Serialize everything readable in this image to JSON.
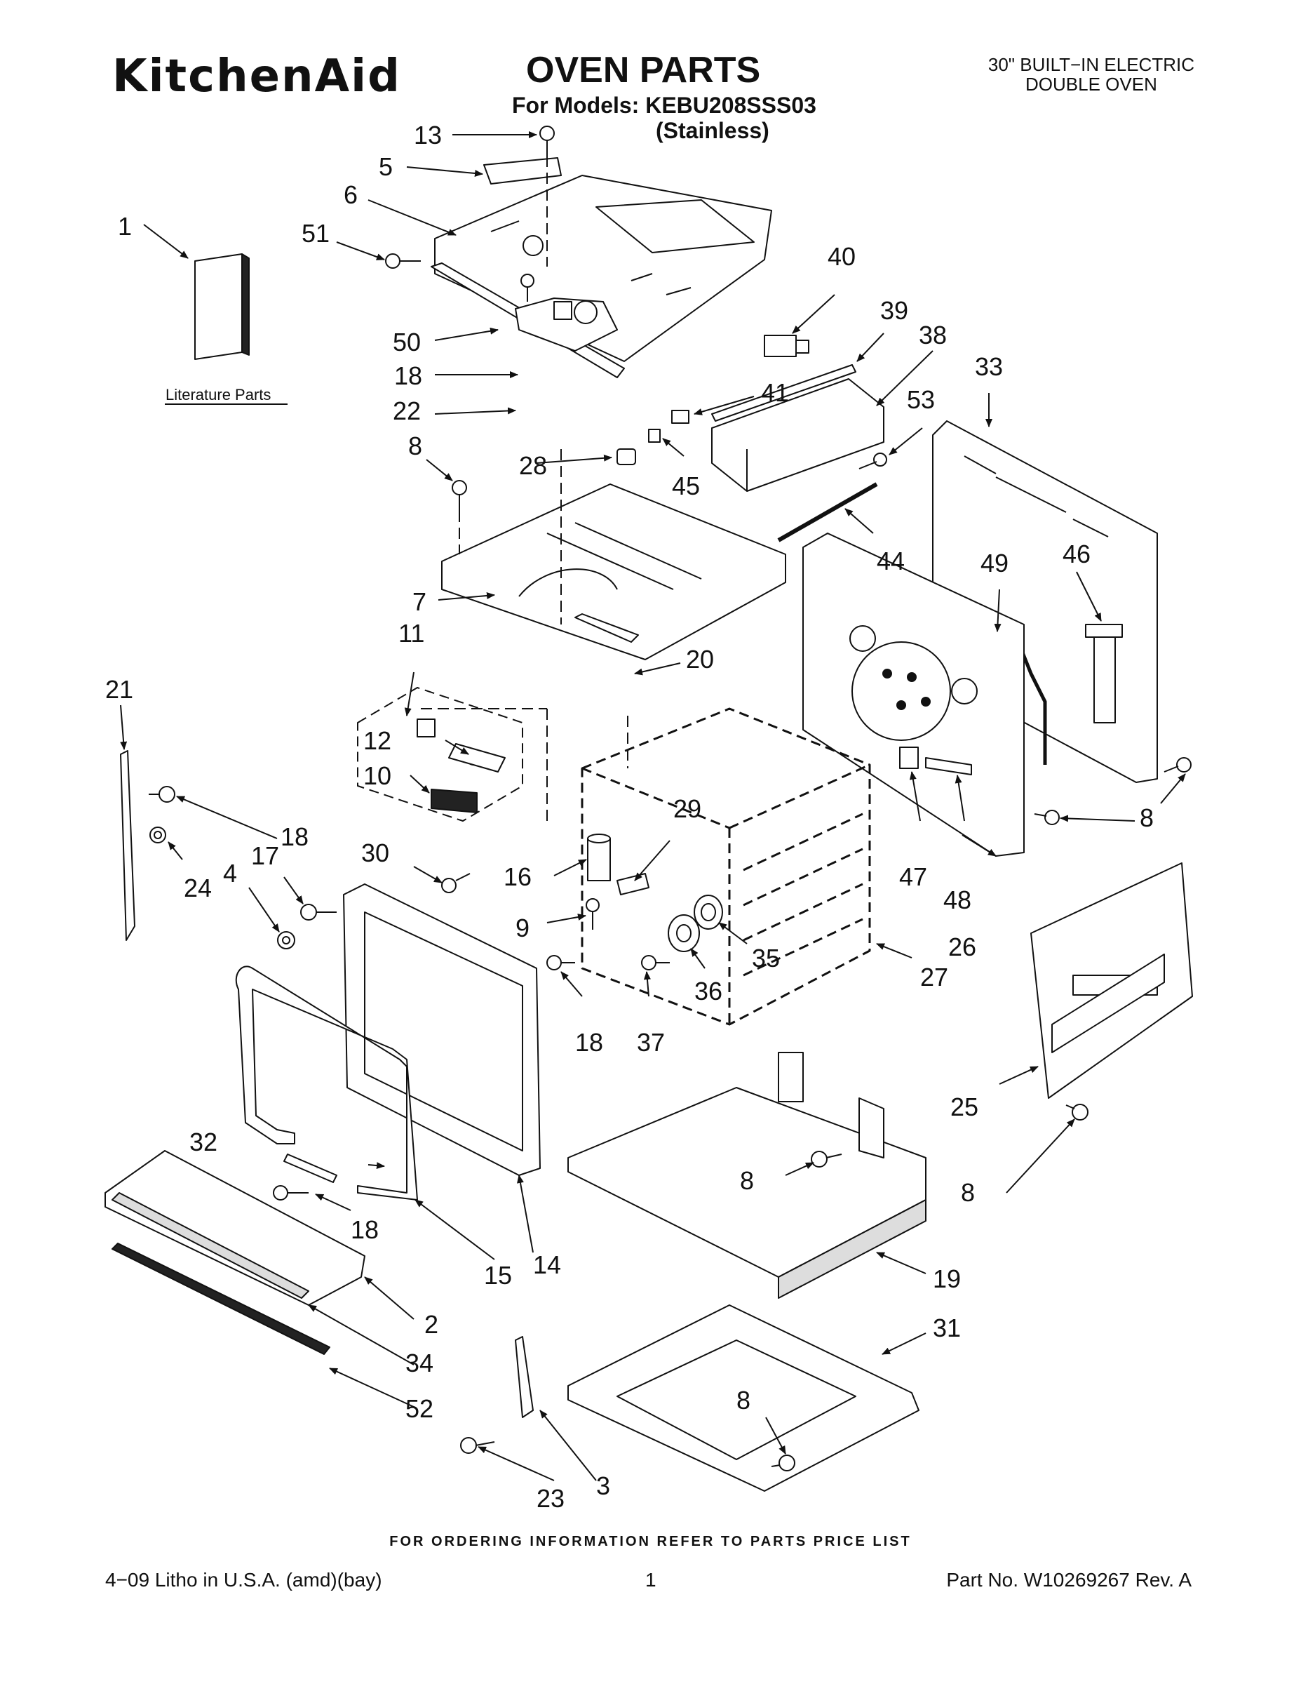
{
  "header": {
    "brand": "KitchenAid",
    "title": "OVEN PARTS",
    "models_line": "For Models: KEBU208SSS03",
    "variant": "(Stainless)",
    "appliance_line1": "30\" BUILT−IN ELECTRIC",
    "appliance_line2": "DOUBLE OVEN"
  },
  "literature_label": "Literature Parts",
  "callouts": [
    "1",
    "2",
    "3",
    "4",
    "5",
    "6",
    "7",
    "8",
    "9",
    "10",
    "11",
    "12",
    "13",
    "14",
    "15",
    "16",
    "17",
    "18",
    "19",
    "20",
    "21",
    "22",
    "23",
    "24",
    "25",
    "26",
    "27",
    "28",
    "29",
    "30",
    "31",
    "32",
    "33",
    "34",
    "35",
    "36",
    "37",
    "38",
    "39",
    "40",
    "41",
    "44",
    "45",
    "46",
    "47",
    "48",
    "49",
    "50",
    "51",
    "52",
    "53"
  ],
  "footer": {
    "ordering_note": "FOR ORDERING INFORMATION REFER TO PARTS PRICE LIST",
    "litho": "4−09 Litho in U.S.A. (amd)(bay)",
    "page": "1",
    "part_no": "Part No. W10269267 Rev. A"
  },
  "colors": {
    "ink": "#111111",
    "fill": "#ffffff",
    "shade": "#d9d9d9"
  }
}
